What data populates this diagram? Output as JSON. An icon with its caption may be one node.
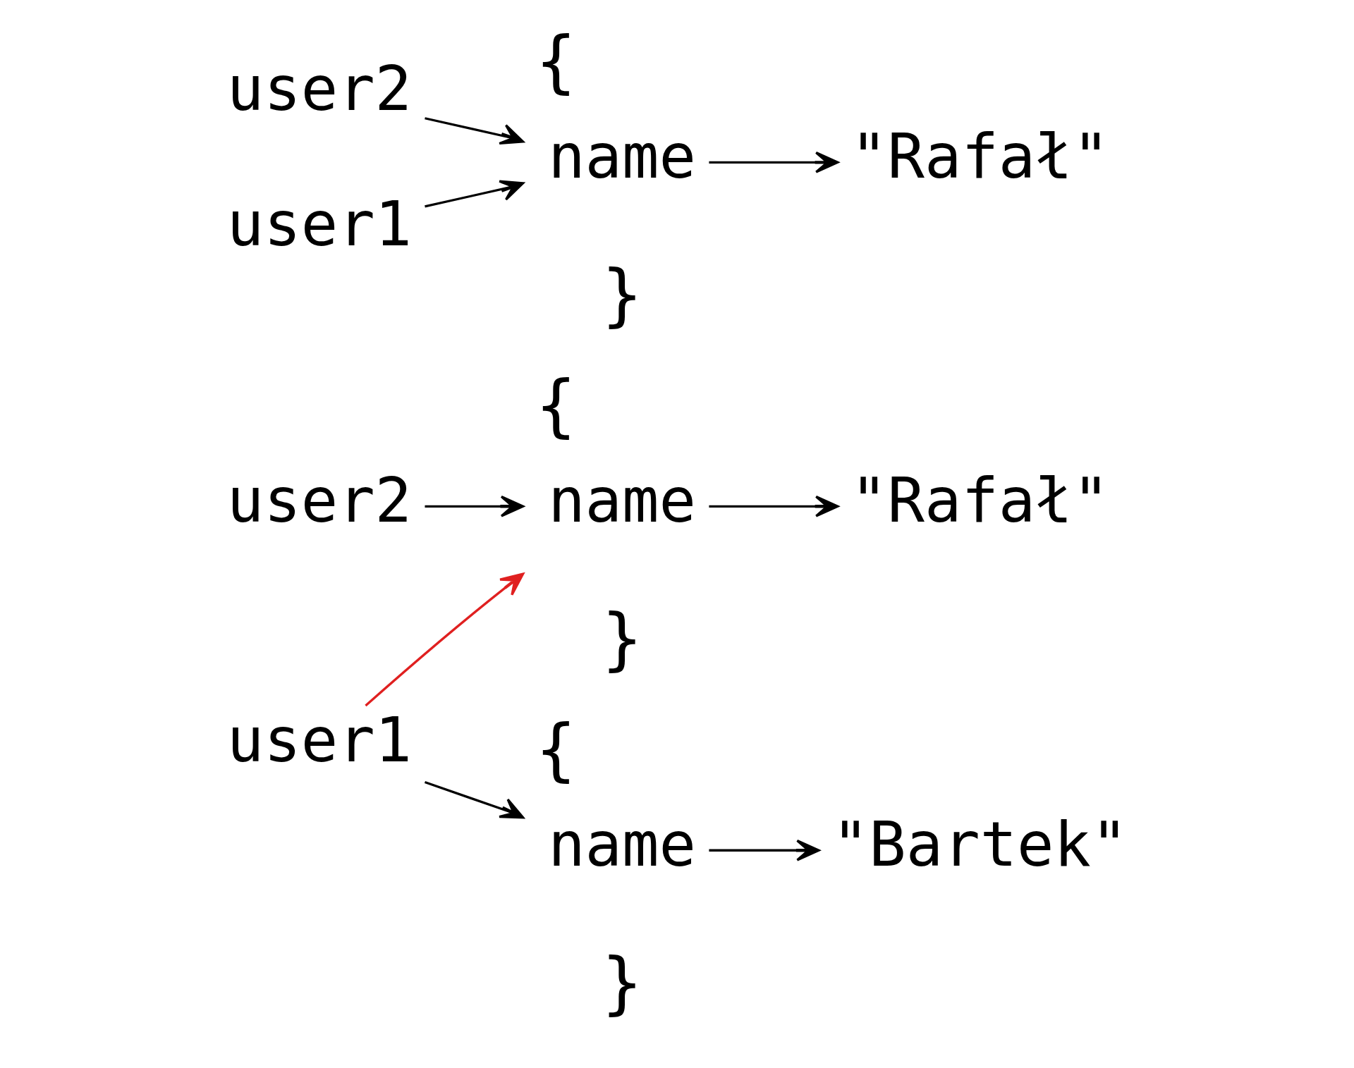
{
  "diagram": {
    "nodes": [
      {
        "text": [
          "user1"
        ]
      },
      {
        "text": [
          "user2"
        ]
      },
      {
        "text": [
          "{",
          "}"
        ]
      },
      {
        "text": [
          "name"
        ],
        "in": 2
      },
      {
        "text": [
          "\"Rafał\""
        ]
      },
      {
        "text": [
          "{",
          "}"
        ]
      },
      {
        "text": [
          "name"
        ],
        "in": 5
      },
      {
        "text": [
          "\"Bartek\""
        ]
      },
      {
        "text": [
          "user1"
        ]
      },
      {
        "text": [
          "{",
          "}"
        ]
      },
      {
        "text": [
          "name"
        ],
        "in": 9
      },
      {
        "text": [
          "\"Rafał\""
        ]
      },
      {
        "text": [
          "user2"
        ]
      }
    ],
    "edges": [
      {
        "from": 0,
        "to": 2,
        "arrow": "to"
      },
      {
        "from": 1,
        "to": 2,
        "arrow": "to"
      },
      {
        "from": 3,
        "to": 4,
        "arrow": "to"
      },
      {
        "from": 6,
        "to": 7,
        "arrow": "to"
      },
      {
        "from": 8,
        "to": 5,
        "arrow": "to"
      },
      {
        "from": 8,
        "to": 9,
        "arrow": "to",
        "color": "#e02020"
      },
      {
        "from": 10,
        "to": 11,
        "arrow": "to"
      },
      {
        "from": 12,
        "to": 9,
        "arrow": "to"
      }
    ]
  }
}
